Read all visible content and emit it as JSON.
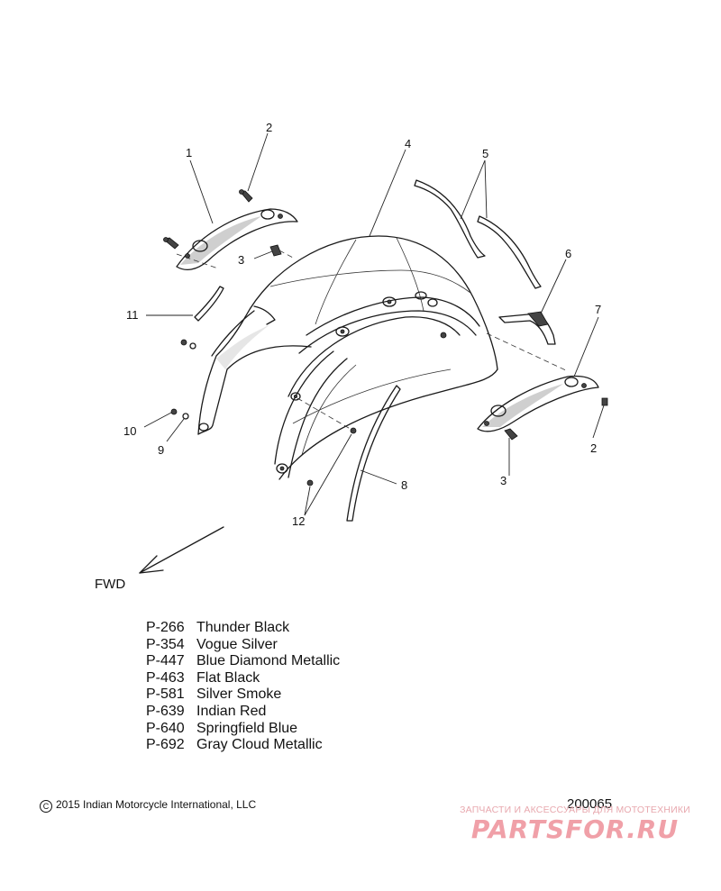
{
  "callouts": {
    "c1": "1",
    "c2a": "2",
    "c2b": "2",
    "c3a": "3",
    "c3b": "3",
    "c4": "4",
    "c5": "5",
    "c6": "6",
    "c7": "7",
    "c8": "8",
    "c9": "9",
    "c10": "10",
    "c11": "11",
    "c12": "12"
  },
  "fwd_label": "FWD",
  "color_options": [
    {
      "code": "P-266",
      "name": "Thunder Black"
    },
    {
      "code": "P-354",
      "name": "Vogue Silver"
    },
    {
      "code": "P-447",
      "name": "Blue Diamond Metallic"
    },
    {
      "code": "P-463",
      "name": "Flat Black"
    },
    {
      "code": "P-581",
      "name": "Silver Smoke"
    },
    {
      "code": "P-639",
      "name": "Indian Red"
    },
    {
      "code": "P-640",
      "name": "Springfield Blue"
    },
    {
      "code": "P-692",
      "name": "Gray Cloud Metallic"
    }
  ],
  "copyright_symbol": "C",
  "copyright": "2015 Indian Motorcycle International, LLC",
  "diagram_id": "200065",
  "watermark": {
    "tagline": "ЗАПЧАСТИ И АКСЕССУАРЫ ДЛЯ МОТОТЕХНИКИ",
    "logo": "PARTSFOR.RU"
  }
}
